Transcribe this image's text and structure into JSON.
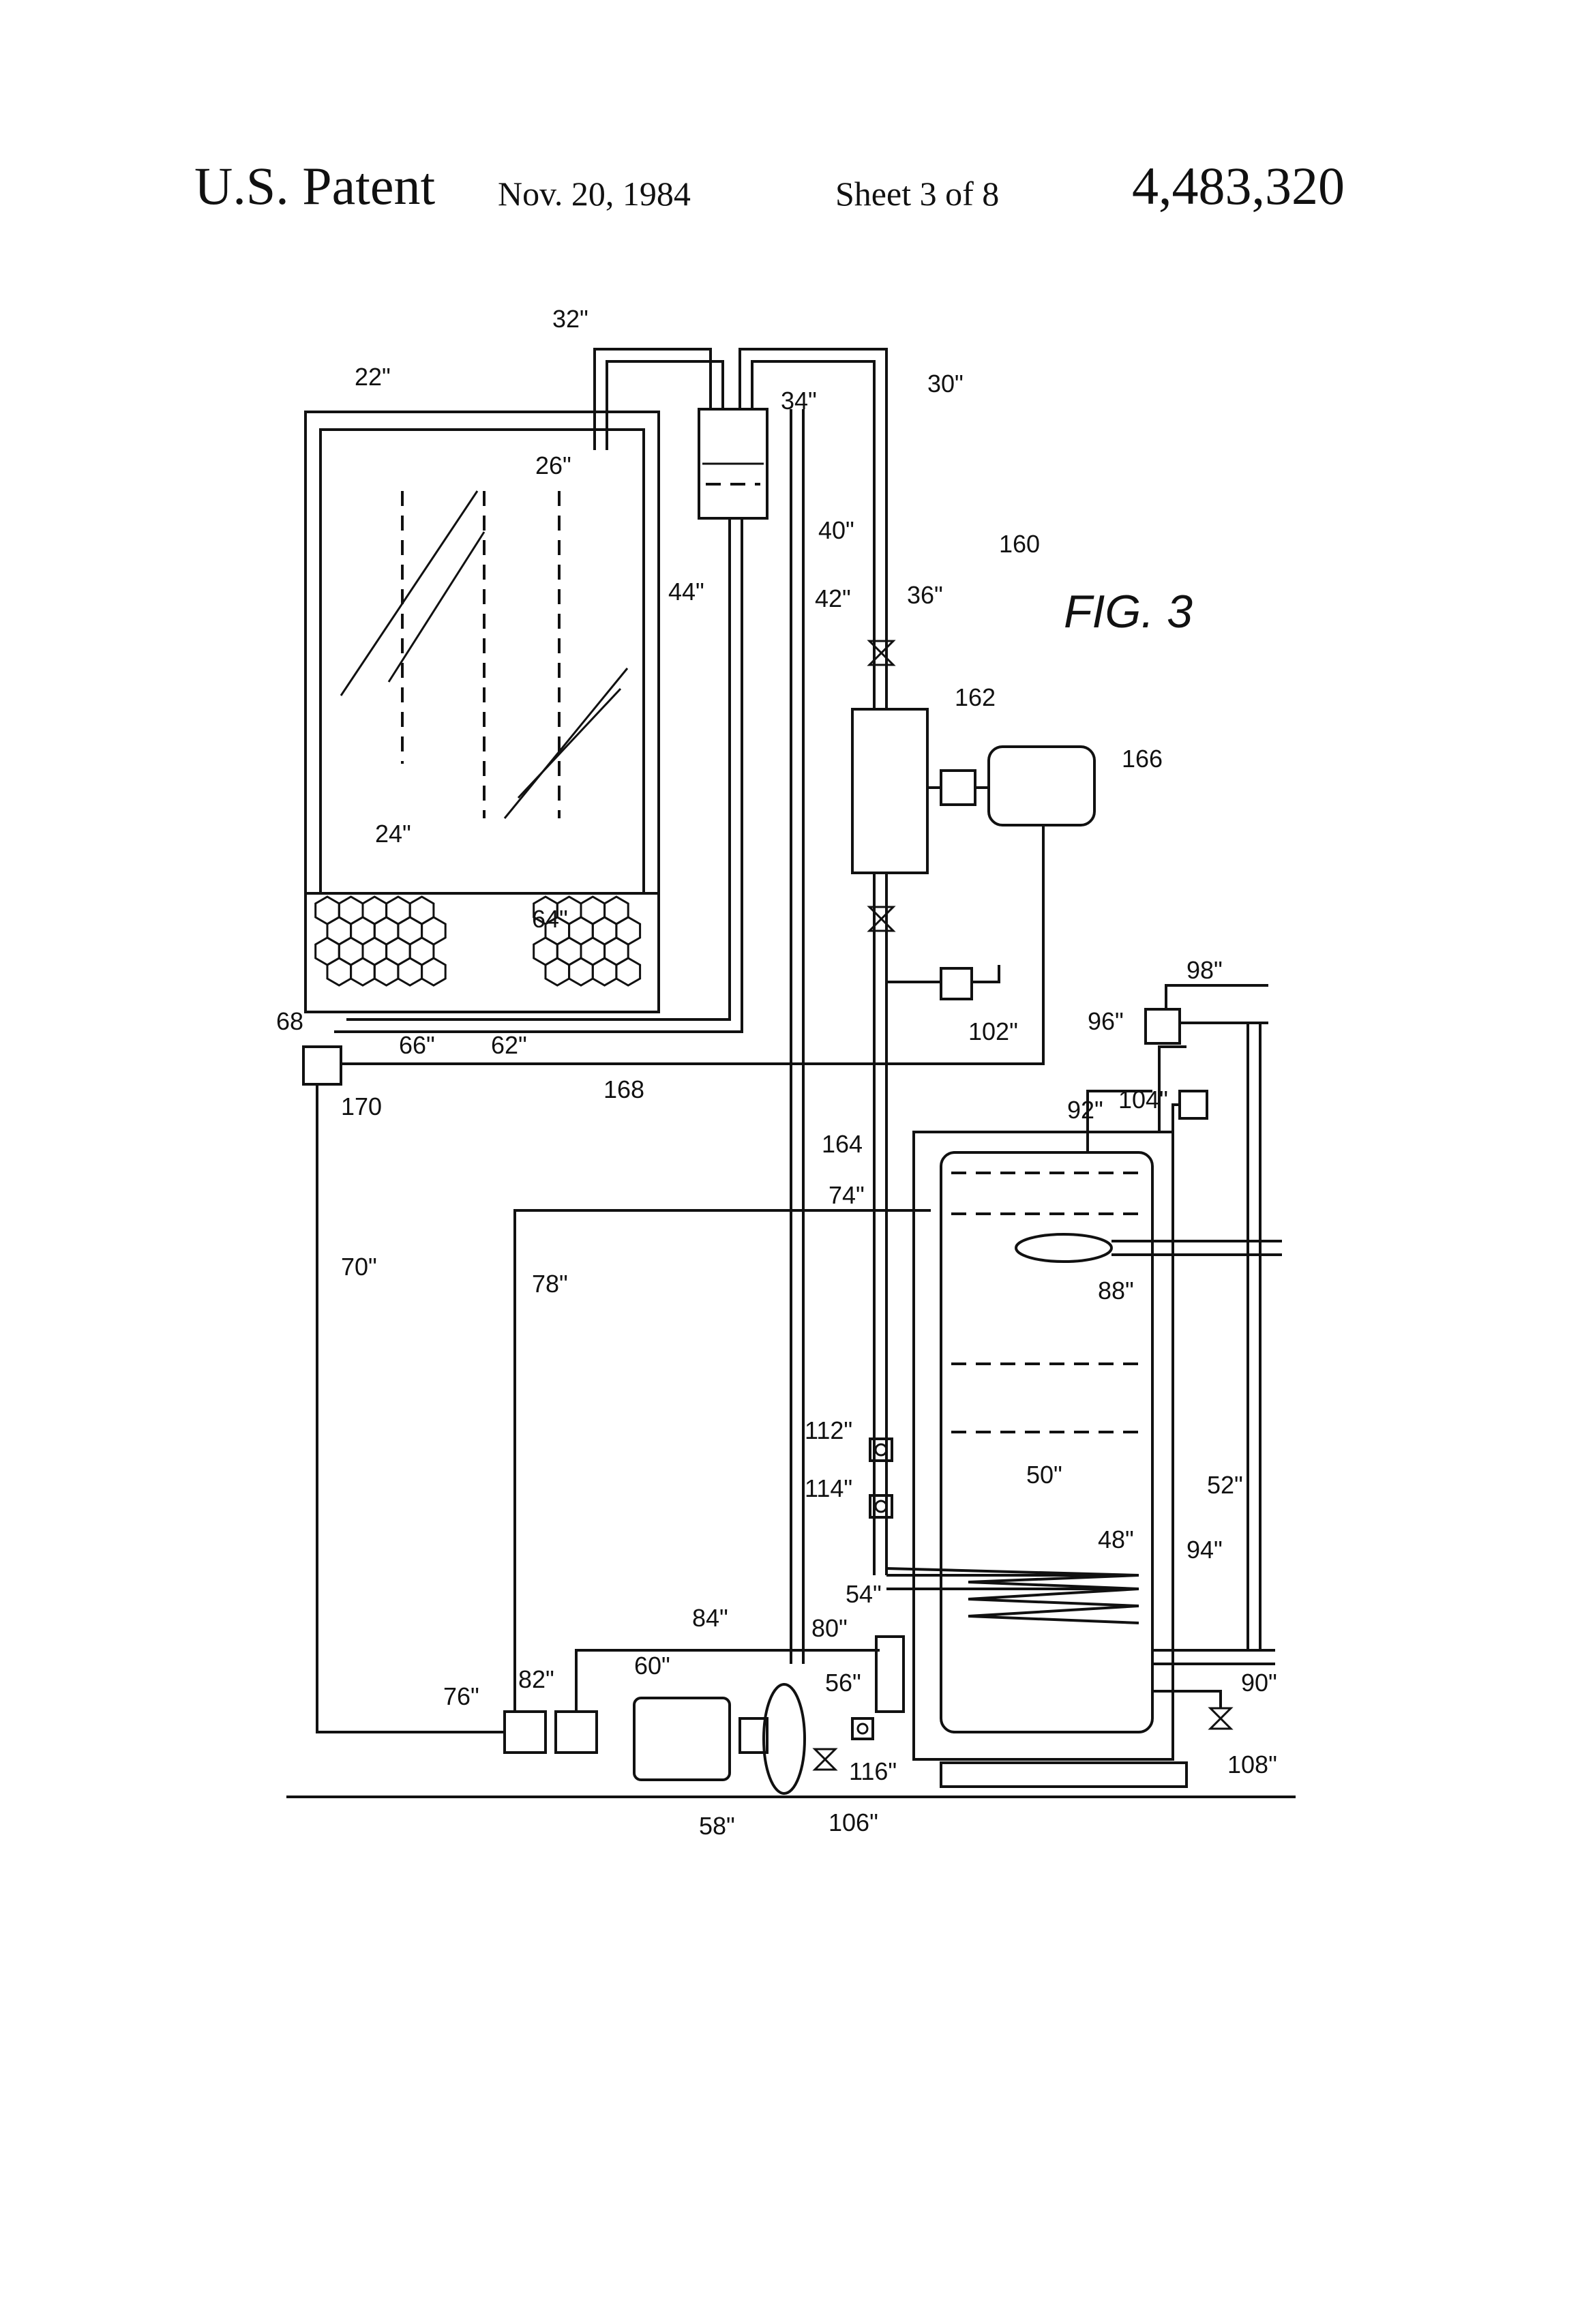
{
  "header": {
    "title": "U.S. Patent",
    "date": "Nov. 20, 1984",
    "sheet": "Sheet 3 of 8",
    "patent_number": "4,483,320"
  },
  "figure": {
    "label": "FIG. 3",
    "refs": {
      "r22": "22\"",
      "r32": "32\"",
      "r34": "34\"",
      "r30": "30\"",
      "r26": "26\"",
      "r160": "160",
      "r40": "40\"",
      "r44": "44\"",
      "r42": "42\"",
      "r36": "36\"",
      "r162": "162",
      "r166": "166",
      "r24": "24\"",
      "r64": "64\"",
      "r68": "68",
      "r66": "66\"",
      "r62": "62\"",
      "r102": "102\"",
      "r98": "98\"",
      "r96": "96\"",
      "r170": "170",
      "r168": "168",
      "r92": "92\"",
      "r104": "104\"",
      "r164": "164",
      "r74": "74\"",
      "r70": "70\"",
      "r78": "78\"",
      "r88": "88\"",
      "r112": "112\"",
      "r114": "114\"",
      "r50": "50\"",
      "r52": "52\"",
      "r48": "48\"",
      "r94": "94\"",
      "r84": "84\"",
      "r54": "54\"",
      "r80": "80\"",
      "r60": "60\"",
      "r56": "56\"",
      "r76": "76\"",
      "r82": "82\"",
      "r90": "90\"",
      "r116": "116\"",
      "r108": "108\"",
      "r58": "58\"",
      "r106": "106\""
    }
  }
}
